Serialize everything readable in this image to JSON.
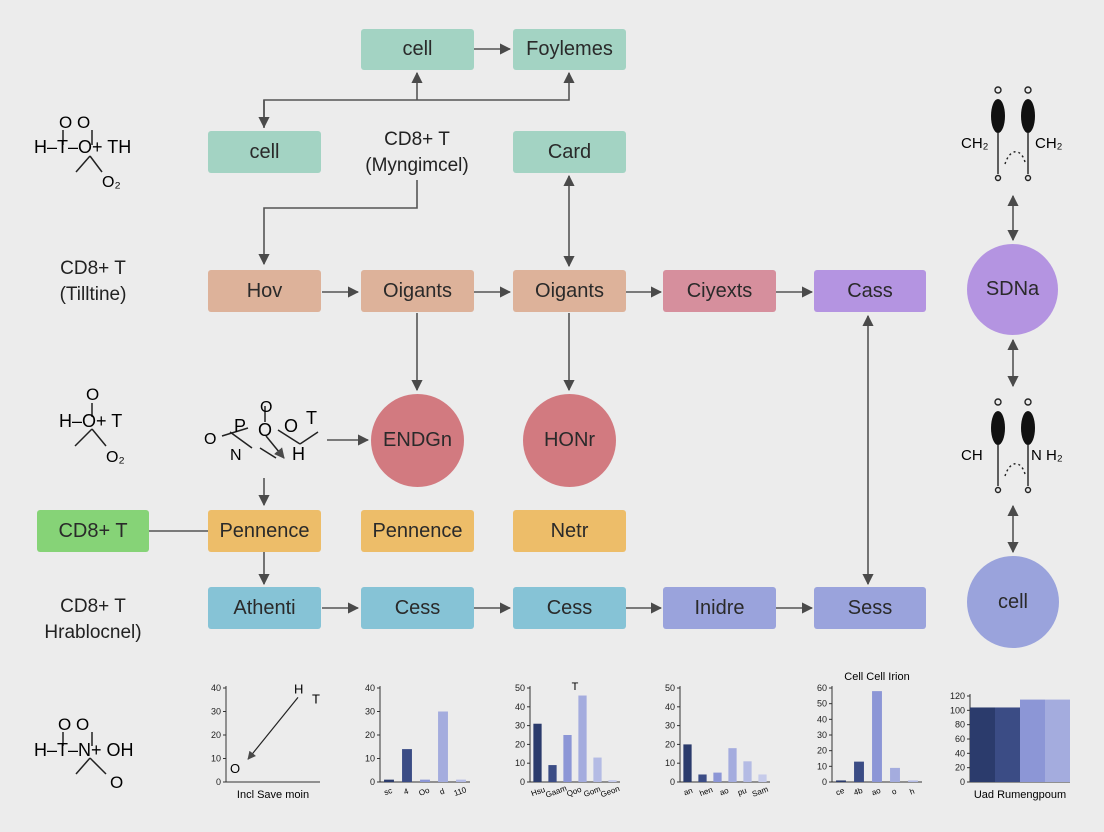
{
  "nodes": {
    "cell_top": "cell",
    "foylemes": "Foylemes",
    "cell_left": "cell",
    "cd8_center": "CD8+ T",
    "myngimcel": "(Myngimcel)",
    "card": "Card",
    "hov": "Hov",
    "oigants_1": "Oigants",
    "oigants_2": "Oigants",
    "ciyexts": "Ciyexts",
    "cass": "Cass",
    "sdna": "SDNa",
    "endgn": "ENDGn",
    "honr": "HONr",
    "cd8_green": "CD8+ T",
    "pennence_1": "Pennence",
    "pennence_2": "Pennence",
    "netr": "Netr",
    "athenti": "Athenti",
    "cess_1": "Cess",
    "cess_2": "Cess",
    "inidre": "Inidre",
    "sess": "Sess",
    "cell_circle": "cell"
  },
  "side_labels": {
    "row2_line1": "CD8+ T",
    "row2_line2": "(Tilltine)",
    "row5_line1": "CD8+ T",
    "row5_line2": "Hrablocnel)"
  },
  "chem": {
    "c1_main": "H–T–O+ TH",
    "c1_top": "O   O",
    "c1_sub": "O₂",
    "c2_main": "H–O+ T",
    "c2_top": "O",
    "c2_sub": "O₂",
    "c3_p": "P",
    "c3_o": "O",
    "c3_t": "T",
    "c3_h": "H",
    "c3_n": "N",
    "c3_o2": "O",
    "c4_main": "H–T–N+ OH",
    "c4_top": "O   O",
    "c4_sub": "O",
    "r1_left": "CH₂",
    "r1_right": "CH₂",
    "r2_left": "CH",
    "r2_right": "N H₂"
  },
  "chart_data": [
    {
      "type": "line",
      "title": "",
      "xlabel": "Incl Save moin",
      "ylabel": "",
      "ylim": [
        0,
        40
      ],
      "yticks": [
        0,
        10,
        20,
        30,
        40
      ],
      "series": [
        {
          "x": [
            0,
            1
          ],
          "y": [
            8,
            36
          ]
        }
      ],
      "annotations": [
        "H",
        "T",
        "O"
      ]
    },
    {
      "type": "bar",
      "title": "",
      "xlabel": "",
      "ylim": [
        0,
        40
      ],
      "yticks": [
        0,
        10,
        20,
        30,
        40
      ],
      "categories": [
        "sc",
        "4",
        "Oo",
        "d",
        "110"
      ],
      "values": [
        1,
        14,
        1,
        30,
        1
      ]
    },
    {
      "type": "bar",
      "title": "T",
      "xlabel": "",
      "ylim": [
        0,
        50
      ],
      "yticks": [
        0,
        10,
        20,
        30,
        40,
        50
      ],
      "categories": [
        "Hsu",
        "Gaam",
        "Qoo",
        "Gom",
        "Geon"
      ],
      "values": [
        31,
        9,
        25,
        46,
        13,
        1
      ]
    },
    {
      "type": "bar",
      "title": "",
      "xlabel": "",
      "ylim": [
        0,
        50
      ],
      "yticks": [
        0,
        10,
        20,
        30,
        40,
        50
      ],
      "categories": [
        "an",
        "hen",
        "ao",
        "pu",
        "Sam"
      ],
      "values": [
        20,
        4,
        5,
        18,
        11,
        4
      ]
    },
    {
      "type": "bar",
      "title": "Cell Cell Irion",
      "xlabel": "",
      "ylim": [
        0,
        60
      ],
      "yticks": [
        0,
        10,
        20,
        30,
        40,
        50,
        60
      ],
      "categories": [
        "ce",
        "4b",
        "ao",
        "o",
        "h"
      ],
      "values": [
        1,
        13,
        58,
        9,
        1
      ]
    },
    {
      "type": "bar",
      "title": "",
      "xlabel": "Uad Rumengpoum",
      "ylim": [
        0,
        120
      ],
      "yticks": [
        0,
        20,
        40,
        60,
        80,
        100,
        120
      ],
      "values": [
        104,
        104,
        115,
        115
      ]
    }
  ]
}
